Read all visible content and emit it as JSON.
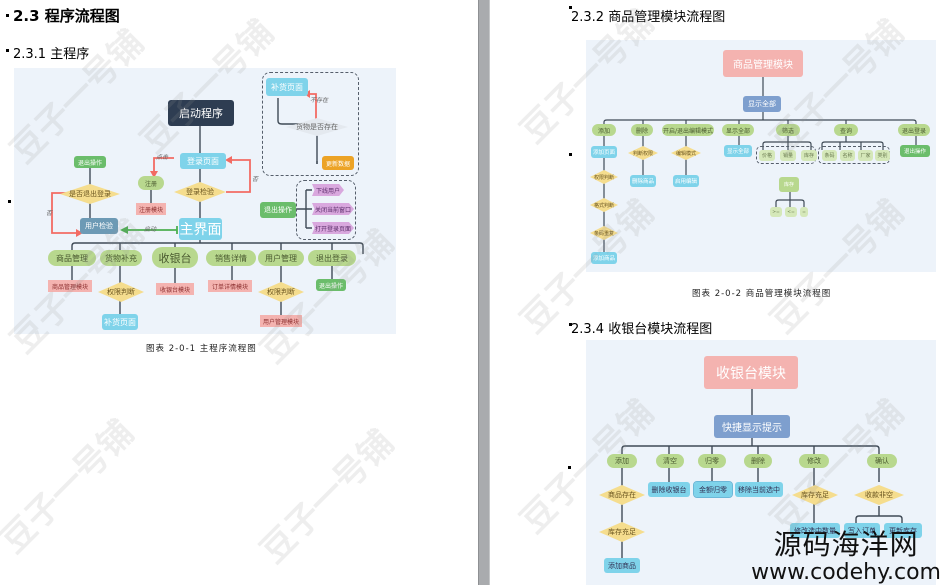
{
  "left_page": {
    "section_title": "2.3 程序流程图",
    "subsection_title": "2.3.1 主程序",
    "figure_caption": "图表 2-0-1 主程序流程图",
    "main_flow": {
      "start": "启动程序",
      "login_page": "登录页面",
      "login_check": "登录检验",
      "register": "注册",
      "register_module": "注册模块",
      "main_ui": "主界面",
      "user_check": "用户检验",
      "exit_confirm": "是否退出登录",
      "exit_op": "退出操作",
      "edge_click": "点击",
      "edge_no": "否",
      "edge_no2": "否",
      "edge_start": "启动",
      "restock_group": {
        "restock_page": "补货页面",
        "goods_exist": "货物是否存在",
        "update_data": "更新数据",
        "edge_not_exist": "不存在"
      },
      "logout_group": {
        "logout_op": "退出操作",
        "items": [
          "下线用户",
          "关闭当前窗口",
          "打开登录页面"
        ]
      },
      "branches": [
        {
          "label": "商品管理",
          "child": "商品管理模块"
        },
        {
          "label": "货物补充",
          "diamond": "权限判断",
          "child": "补货页面"
        },
        {
          "label": "收银台",
          "child": "收银台模块"
        },
        {
          "label": "销售详情",
          "child": "订单详情模块"
        },
        {
          "label": "用户管理",
          "diamond": "权限判断",
          "child": "用户管理模块"
        },
        {
          "label": "退出登录",
          "child": "退出操作"
        }
      ]
    }
  },
  "right_page": {
    "goods_section_title": "2.3.2 商品管理模块流程图",
    "goods_caption": "图表 2-0-2 商品管理模块流程图",
    "goods_flow": {
      "root": "商品管理模块",
      "show_all": "显示全部",
      "branches": [
        {
          "label": "添加",
          "children": [
            "添加页面",
            "权限判断",
            "格式判断",
            "条码重复",
            "添加商品"
          ]
        },
        {
          "label": "删除",
          "children": [
            "判断权限",
            "删除商品"
          ]
        },
        {
          "label": "开启/退出编辑模式",
          "children": [
            "编辑模式",
            "启用编辑"
          ]
        },
        {
          "label": "显示全部",
          "children": [
            "显示全部"
          ]
        },
        {
          "label": "筛选",
          "children": [
            "价格",
            "销量",
            "库存"
          ]
        },
        {
          "label": "查询",
          "children": [
            "条码",
            "名称",
            "厂家",
            "类别"
          ]
        },
        {
          "label": "退出登录",
          "children": [
            "退出操作"
          ]
        }
      ],
      "stock_node": "库存",
      "stock_ops": [
        ">=",
        "<=",
        "="
      ]
    },
    "cashier_section_title": "2.3.4 收银台模块流程图",
    "cashier_flow": {
      "root": "收银台模块",
      "shortcut": "快捷显示提示",
      "branches": [
        {
          "label": "添加",
          "children": [
            "商品存在",
            "库存充足",
            "添加商品"
          ]
        },
        {
          "label": "清空",
          "children": [
            "删除收银台"
          ]
        },
        {
          "label": "归零",
          "children": [
            "金额归零"
          ]
        },
        {
          "label": "删除",
          "children": [
            "移除当前选中"
          ]
        },
        {
          "label": "修改",
          "children": [
            "库存充足",
            "修改选中数量"
          ]
        },
        {
          "label": "确认",
          "children": [
            "收款非空",
            "写入订单",
            "更新库存"
          ]
        }
      ]
    }
  },
  "watermark_text": "豆子一号铺",
  "brand": {
    "name": "源码海洋网",
    "url": "www.codehy.com"
  },
  "colors": {
    "canvas_bg": "#edf3fa",
    "gutter": "#a9abae",
    "dark_node": "#2e3d52",
    "blue_node": "#7fd3ea",
    "green_node": "#b8d88e",
    "pink_node": "#f4b3b0",
    "diamond": "#f5dd8e",
    "red_edge": "#f26b63"
  }
}
